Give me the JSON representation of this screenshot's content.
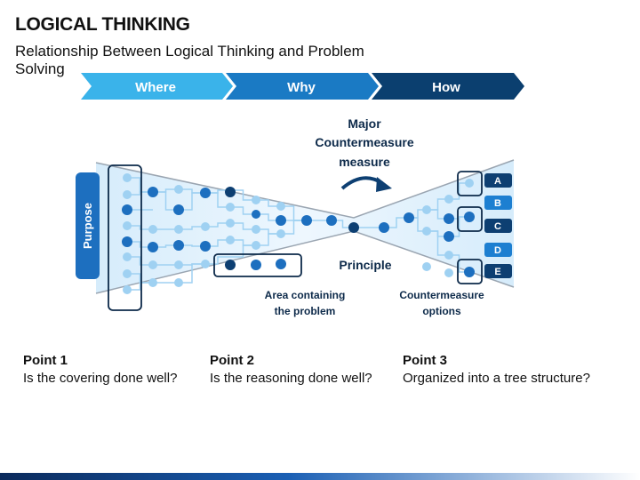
{
  "header": {
    "title": "LOGICAL THINKING",
    "subtitle": "Relationship Between Logical Thinking and Problem Solving"
  },
  "flow_arrows": [
    {
      "label": "Where",
      "color": "#3ab3ea"
    },
    {
      "label": "Why",
      "color": "#1a7ac4"
    },
    {
      "label": "How",
      "color": "#0b3f6f"
    }
  ],
  "diagram": {
    "purpose_label": "Purpose",
    "major_countermeasure_label": [
      "Major",
      "Countermeasure",
      "measure"
    ],
    "principle_label": "Principle",
    "area_label": [
      "Area containing",
      "the problem"
    ],
    "options_label": [
      "Countermeasure",
      "options"
    ],
    "options": [
      "A",
      "B",
      "C",
      "D",
      "E"
    ],
    "colors": {
      "node_dark": "#0d3f72",
      "node_mid": "#1d6fbf",
      "node_light": "#9fd1f2",
      "band_fill": "#dff0fc",
      "accent": "#1d7fd1"
    }
  },
  "points": [
    {
      "heading": "Point 1",
      "text": "Is the covering done well?"
    },
    {
      "heading": "Point 2",
      "text": "Is the reasoning done well?"
    },
    {
      "heading": "Point 3",
      "text": "Organized into a tree structure?"
    }
  ]
}
